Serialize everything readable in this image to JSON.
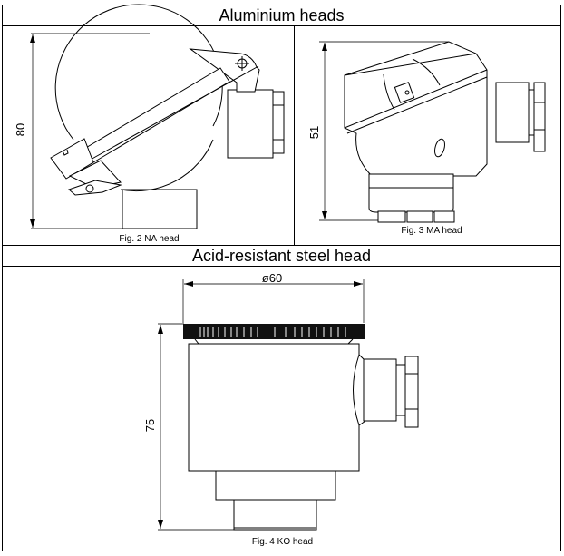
{
  "sections": [
    {
      "title": "Aluminium heads",
      "figures": [
        {
          "caption": "Fig. 2 NA head",
          "dimension_label": "80",
          "dimension_orientation": "vertical"
        },
        {
          "caption": "Fig. 3 MA head",
          "dimension_label": "51",
          "dimension_orientation": "vertical"
        }
      ]
    },
    {
      "title": "Acid-resistant steel head",
      "figures": [
        {
          "caption": "Fig. 4 KO head",
          "dimension_width_label": "ø60",
          "dimension_height_label": "75"
        }
      ]
    }
  ],
  "colors": {
    "line": "#000000",
    "background": "#ffffff"
  }
}
